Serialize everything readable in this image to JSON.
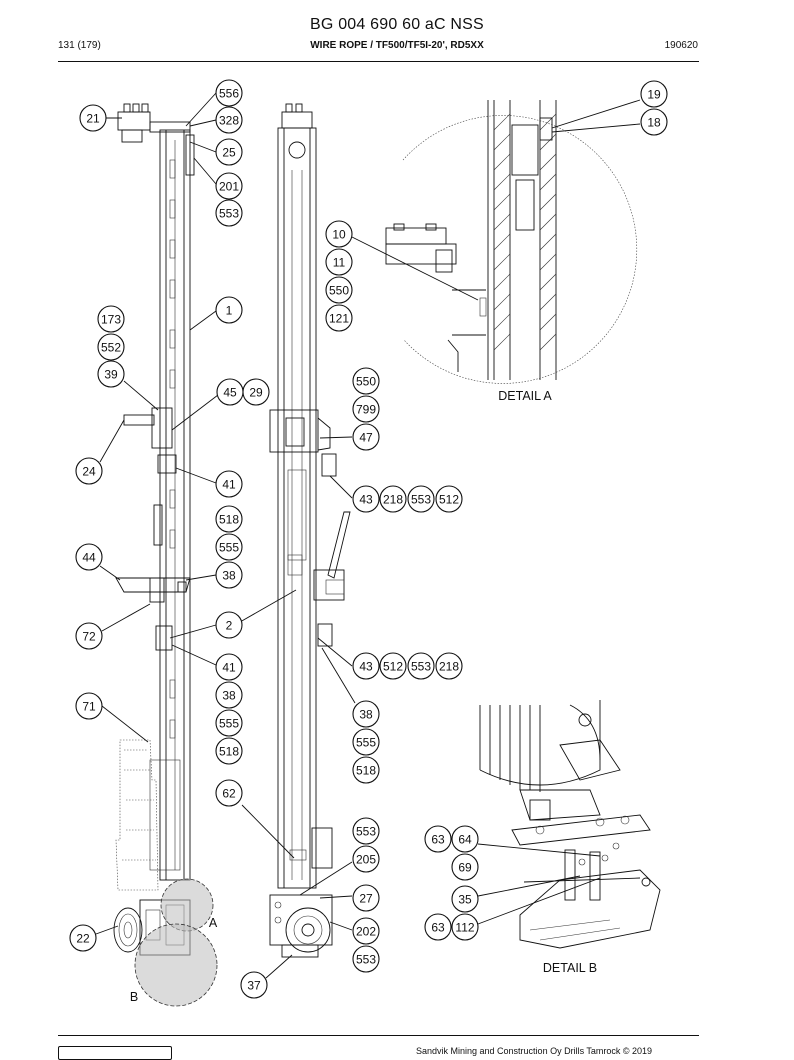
{
  "header": {
    "doc_code": "BG 004 690 60 aC NSS",
    "page": "131 (179)",
    "section": "WIRE ROPE / TF500/TF5I-20', RD5XX",
    "date_code": "190620"
  },
  "footer": {
    "copyright": "Sandvik Mining and Construction Oy Drills Tamrock © 2019"
  },
  "detail_labels": {
    "a": "DETAIL  A",
    "b": "DETAIL  B",
    "zone_a": "A",
    "zone_b": "B"
  },
  "callouts": [
    {
      "id": "c556a",
      "text": "556"
    },
    {
      "id": "c21",
      "text": "21"
    },
    {
      "id": "c328",
      "text": "328"
    },
    {
      "id": "c25",
      "text": "25"
    },
    {
      "id": "c201",
      "text": "201"
    },
    {
      "id": "c553a",
      "text": "553"
    },
    {
      "id": "c1",
      "text": "1"
    },
    {
      "id": "c173",
      "text": "173"
    },
    {
      "id": "c552",
      "text": "552"
    },
    {
      "id": "c39",
      "text": "39"
    },
    {
      "id": "c45",
      "text": "45"
    },
    {
      "id": "c29",
      "text": "29"
    },
    {
      "id": "c24",
      "text": "24"
    },
    {
      "id": "c41a",
      "text": "41"
    },
    {
      "id": "c518a",
      "text": "518"
    },
    {
      "id": "c555a",
      "text": "555"
    },
    {
      "id": "c44",
      "text": "44"
    },
    {
      "id": "c38a",
      "text": "38"
    },
    {
      "id": "c72",
      "text": "72"
    },
    {
      "id": "c2",
      "text": "2"
    },
    {
      "id": "c41b",
      "text": "41"
    },
    {
      "id": "c38b",
      "text": "38"
    },
    {
      "id": "c71",
      "text": "71"
    },
    {
      "id": "c555b",
      "text": "555"
    },
    {
      "id": "c518b",
      "text": "518"
    },
    {
      "id": "c62",
      "text": "62"
    },
    {
      "id": "c22",
      "text": "22"
    },
    {
      "id": "c37",
      "text": "37"
    },
    {
      "id": "c10",
      "text": "10"
    },
    {
      "id": "c11",
      "text": "11"
    },
    {
      "id": "c550a",
      "text": "550"
    },
    {
      "id": "c121",
      "text": "121"
    },
    {
      "id": "c550b",
      "text": "550"
    },
    {
      "id": "c799",
      "text": "799"
    },
    {
      "id": "c47",
      "text": "47"
    },
    {
      "id": "c43a",
      "text": "43"
    },
    {
      "id": "c218a",
      "text": "218"
    },
    {
      "id": "c553b",
      "text": "553"
    },
    {
      "id": "c512a",
      "text": "512"
    },
    {
      "id": "c43b",
      "text": "43"
    },
    {
      "id": "c512b",
      "text": "512"
    },
    {
      "id": "c553c",
      "text": "553"
    },
    {
      "id": "c218b",
      "text": "218"
    },
    {
      "id": "c38c",
      "text": "38"
    },
    {
      "id": "c555c",
      "text": "555"
    },
    {
      "id": "c518c",
      "text": "518"
    },
    {
      "id": "c553d",
      "text": "553"
    },
    {
      "id": "c205",
      "text": "205"
    },
    {
      "id": "c27",
      "text": "27"
    },
    {
      "id": "c202",
      "text": "202"
    },
    {
      "id": "c553e",
      "text": "553"
    },
    {
      "id": "c19",
      "text": "19"
    },
    {
      "id": "c18",
      "text": "18"
    },
    {
      "id": "c63a",
      "text": "63"
    },
    {
      "id": "c64",
      "text": "64"
    },
    {
      "id": "c69",
      "text": "69"
    },
    {
      "id": "c35",
      "text": "35"
    },
    {
      "id": "c63b",
      "text": "63"
    },
    {
      "id": "c112",
      "text": "112"
    }
  ]
}
